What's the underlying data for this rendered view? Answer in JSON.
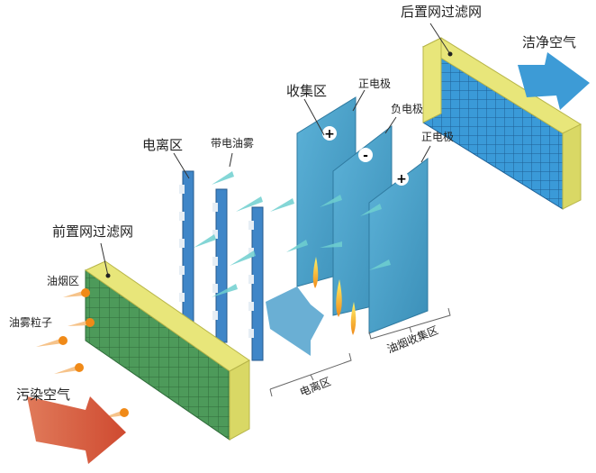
{
  "labels": {
    "rear_filter": "后置网过滤网",
    "clean_air": "洁净空气",
    "collection_zone": "收集区",
    "positive_electrode_1": "正电极",
    "negative_electrode": "负电极",
    "positive_electrode_2": "正电极",
    "ionization_zone": "电离区",
    "charged_oil_mist": "带电油雾",
    "front_filter": "前置网过滤网",
    "fume_zone": "油烟区",
    "oil_mist_particles": "油雾粒子",
    "polluted_air": "污染空气",
    "ionization_zone_bracket": "电离区",
    "fume_collection_zone_bracket": "油烟收集区"
  },
  "plate_signs": [
    "+",
    "-",
    "+"
  ],
  "colors": {
    "filter_front_green": "#4d9a5a",
    "filter_frame_yellow": "#e8e67a",
    "filter_rear_blue": "#3a9ad8",
    "plate_blue": "#4aa0c8",
    "polluted_arrow": "#d9583e",
    "clean_arrow": "#3d9bd6",
    "flame": "#f39a1e"
  }
}
